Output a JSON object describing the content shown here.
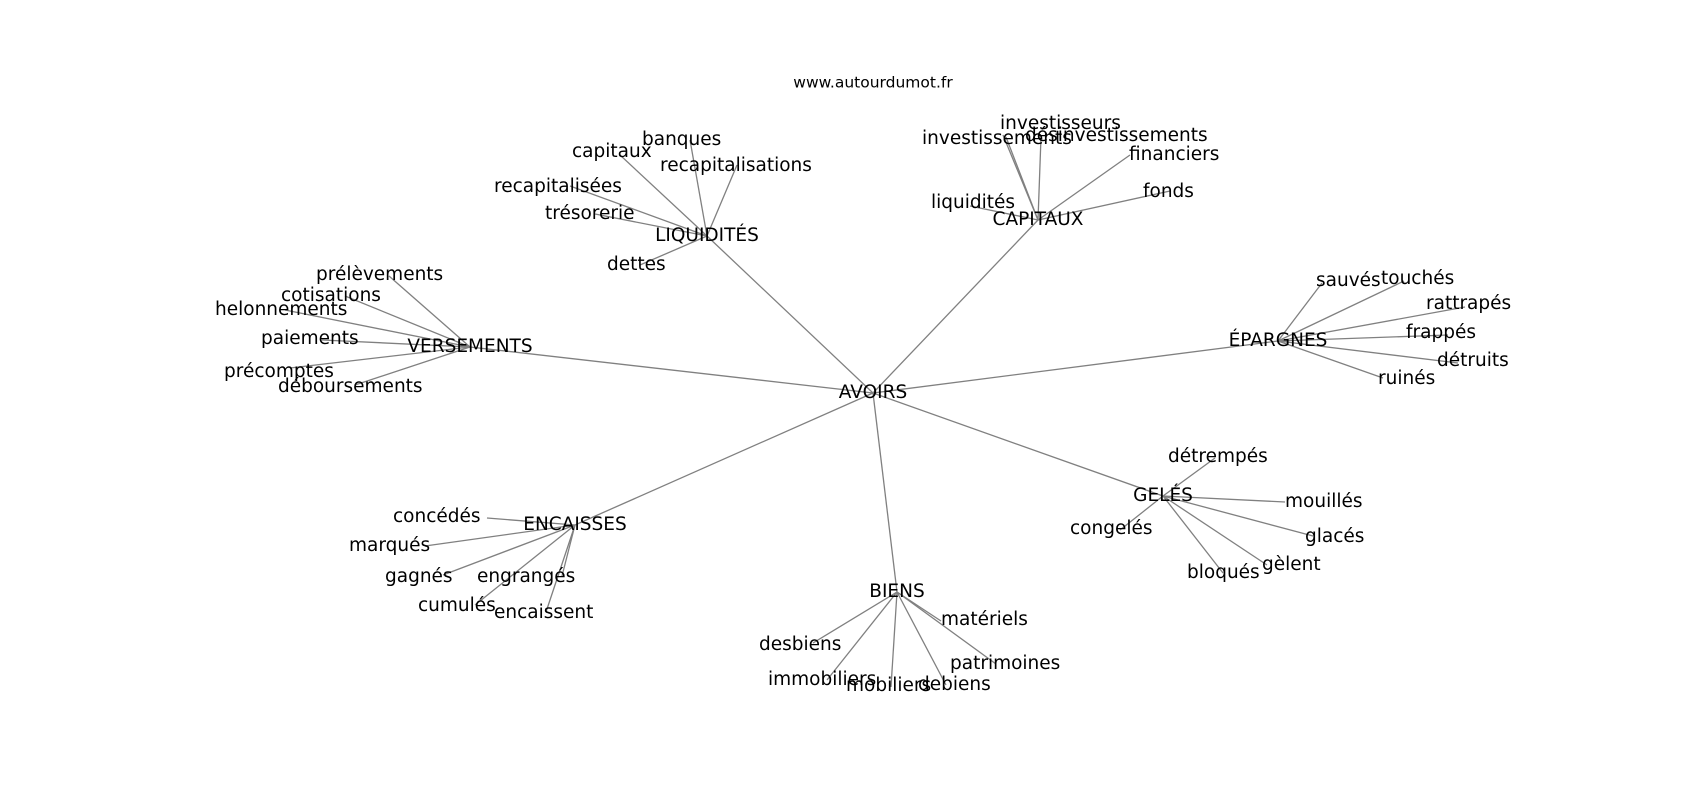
{
  "site": "www.autourdumot.fr",
  "center": "AVOIRS",
  "groups": [
    {
      "hub": "LIQUIDITÉS",
      "leaves": [
        "capitaux",
        "banques",
        "recapitalisations",
        "recapitalisées",
        "trésorerie",
        "dettes"
      ]
    },
    {
      "hub": "CAPITAUX",
      "leaves": [
        "investisseurs",
        "investissements",
        "désinvestissements",
        "financiers",
        "fonds",
        "liquidités"
      ]
    },
    {
      "hub": "VERSEMENTS",
      "leaves": [
        "prélèvements",
        "cotisations",
        "helonnements",
        "paiements",
        "précomptes",
        "déboursements"
      ]
    },
    {
      "hub": "ÉPARGNES",
      "leaves": [
        "sauvés",
        "touchés",
        "rattrapés",
        "frappés",
        "détruits",
        "ruinés"
      ]
    },
    {
      "hub": "GELÉS",
      "leaves": [
        "détrempés",
        "mouillés",
        "glacés",
        "gèlent",
        "bloqués",
        "congelés"
      ]
    },
    {
      "hub": "ENCAISSES",
      "leaves": [
        "concédés",
        "marqués",
        "gagnés",
        "engrangés",
        "cumulés",
        "encaissent"
      ]
    },
    {
      "hub": "BIENS",
      "leaves": [
        "matériels",
        "patrimoines",
        "debiens",
        "mobiliers",
        "immobiliers",
        "desbiens"
      ]
    }
  ]
}
